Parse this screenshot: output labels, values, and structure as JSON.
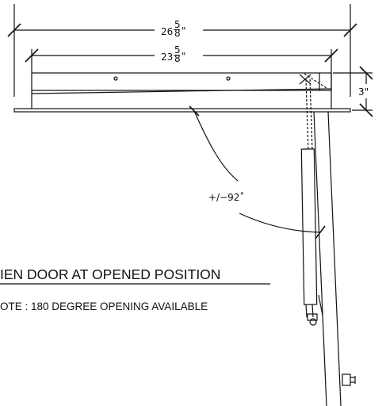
{
  "dimensions": {
    "outer": {
      "whole": "26",
      "num": "5",
      "den": "8",
      "unit": "\""
    },
    "inner": {
      "whole": "23",
      "num": "5",
      "den": "8",
      "unit": "\""
    },
    "height": "3\""
  },
  "angle_label": "+/−92˚",
  "title": "IEN DOOR AT OPENED POSITION",
  "note": "OTE : 180 DEGREE OPENING AVAILABLE",
  "colors": {
    "line": "#111111",
    "background": "#ffffff"
  }
}
